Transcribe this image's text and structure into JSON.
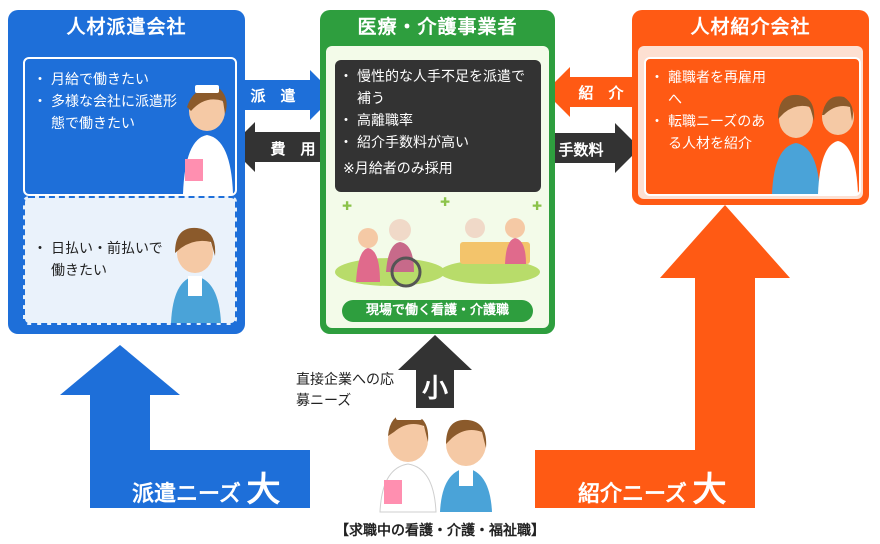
{
  "dispatch": {
    "title": "人材派遣会社",
    "bullets_top": [
      "月給で働きたい",
      "多様な会社に派遣形態で働きたい"
    ],
    "bullets_bottom": [
      "日払い・前払いで働きたい"
    ],
    "color": "#1e6fd9"
  },
  "medical": {
    "title": "医療・介護事業者",
    "bullets": [
      "慢性的な人手不足を派遣で補う",
      "高離職率",
      "紹介手数料が高い"
    ],
    "note": "※月給者のみ採用",
    "banner": "現場で働く看護・介護職",
    "color": "#2e9e3e"
  },
  "placement": {
    "title": "人材紹介会社",
    "bullets": [
      "離職者を再雇用へ",
      "転職ニーズのある人材を紹介"
    ],
    "color": "#ff5a14"
  },
  "arrows": {
    "haken": "派　遣",
    "hiyou": "費　用",
    "shoukai": "紹　介",
    "tesuuryou": "手数料"
  },
  "needs": {
    "direct_label": "直接企業への応募ニーズ",
    "direct_size": "小",
    "dispatch_label": "派遣ニーズ",
    "dispatch_size": "大",
    "placement_label": "紹介ニーズ",
    "placement_size": "大"
  },
  "caption": "【求職中の看護・介護・福祉職】"
}
